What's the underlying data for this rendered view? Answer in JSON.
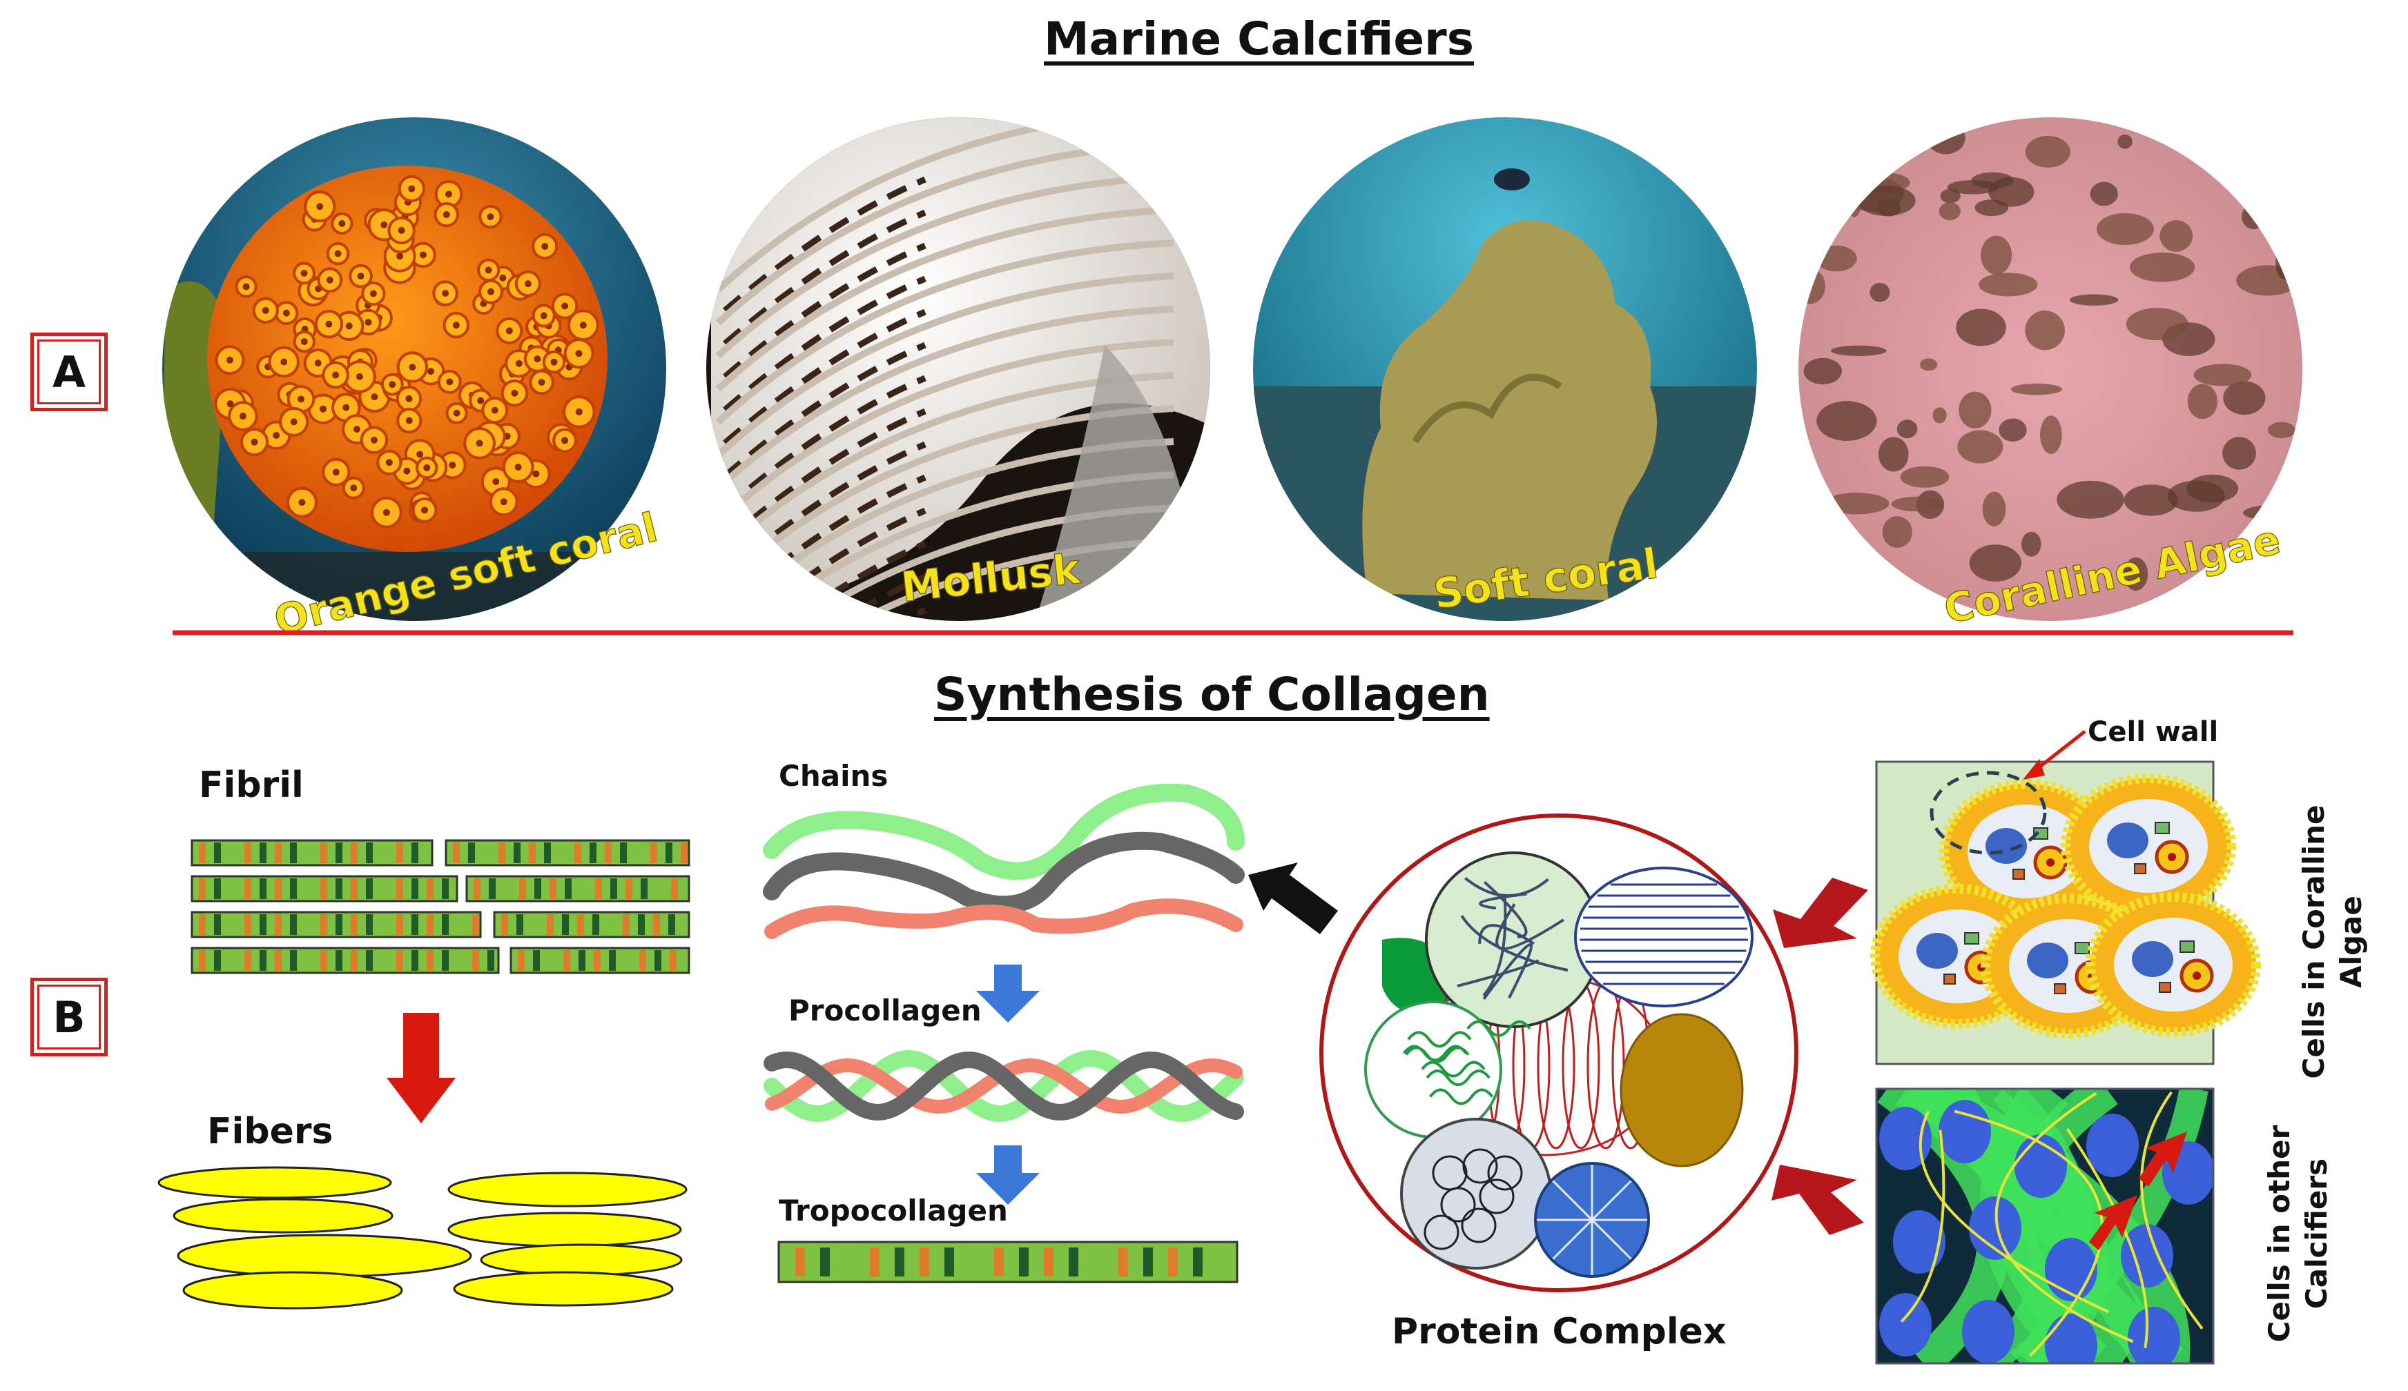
{
  "section_a": {
    "title": "Marine Calcifiers",
    "badge": "A",
    "organisms": [
      {
        "label": "Orange soft coral"
      },
      {
        "label": "Mollusk"
      },
      {
        "label": "Soft coral"
      },
      {
        "label": "Coralline Algae"
      }
    ]
  },
  "section_b": {
    "title": "Synthesis of Collagen",
    "badge": "B",
    "fibril_label": "Fibril",
    "fibers_label": "Fibers",
    "chains_label": "Chains",
    "procollagen_label": "Procollagen",
    "tropocollagen_label": "Tropocollagen",
    "protein_complex_label": "Protein Complex",
    "cell_wall_label": "Cell wall",
    "cells_algae_label_line1": "Cells in Coralline",
    "cells_algae_label_line2": "Algae",
    "cells_other_label_line1": "Cells in other",
    "cells_other_label_line2": "Calcifiers"
  },
  "colors": {
    "divider": "#e21d1d",
    "badge_border": "#d91d1d",
    "label_yellow": "#f4e21b",
    "chain_green": "#8fef8b",
    "chain_gray": "#666666",
    "chain_salmon": "#f0826e",
    "strip_green": "#7fc243",
    "strip_orange": "#e07b2a",
    "strip_dark": "#1e5a2a",
    "fiber_yellow": "#ffff00",
    "arrow_red": "#d8190f",
    "arrow_blue": "#3c78d8"
  }
}
